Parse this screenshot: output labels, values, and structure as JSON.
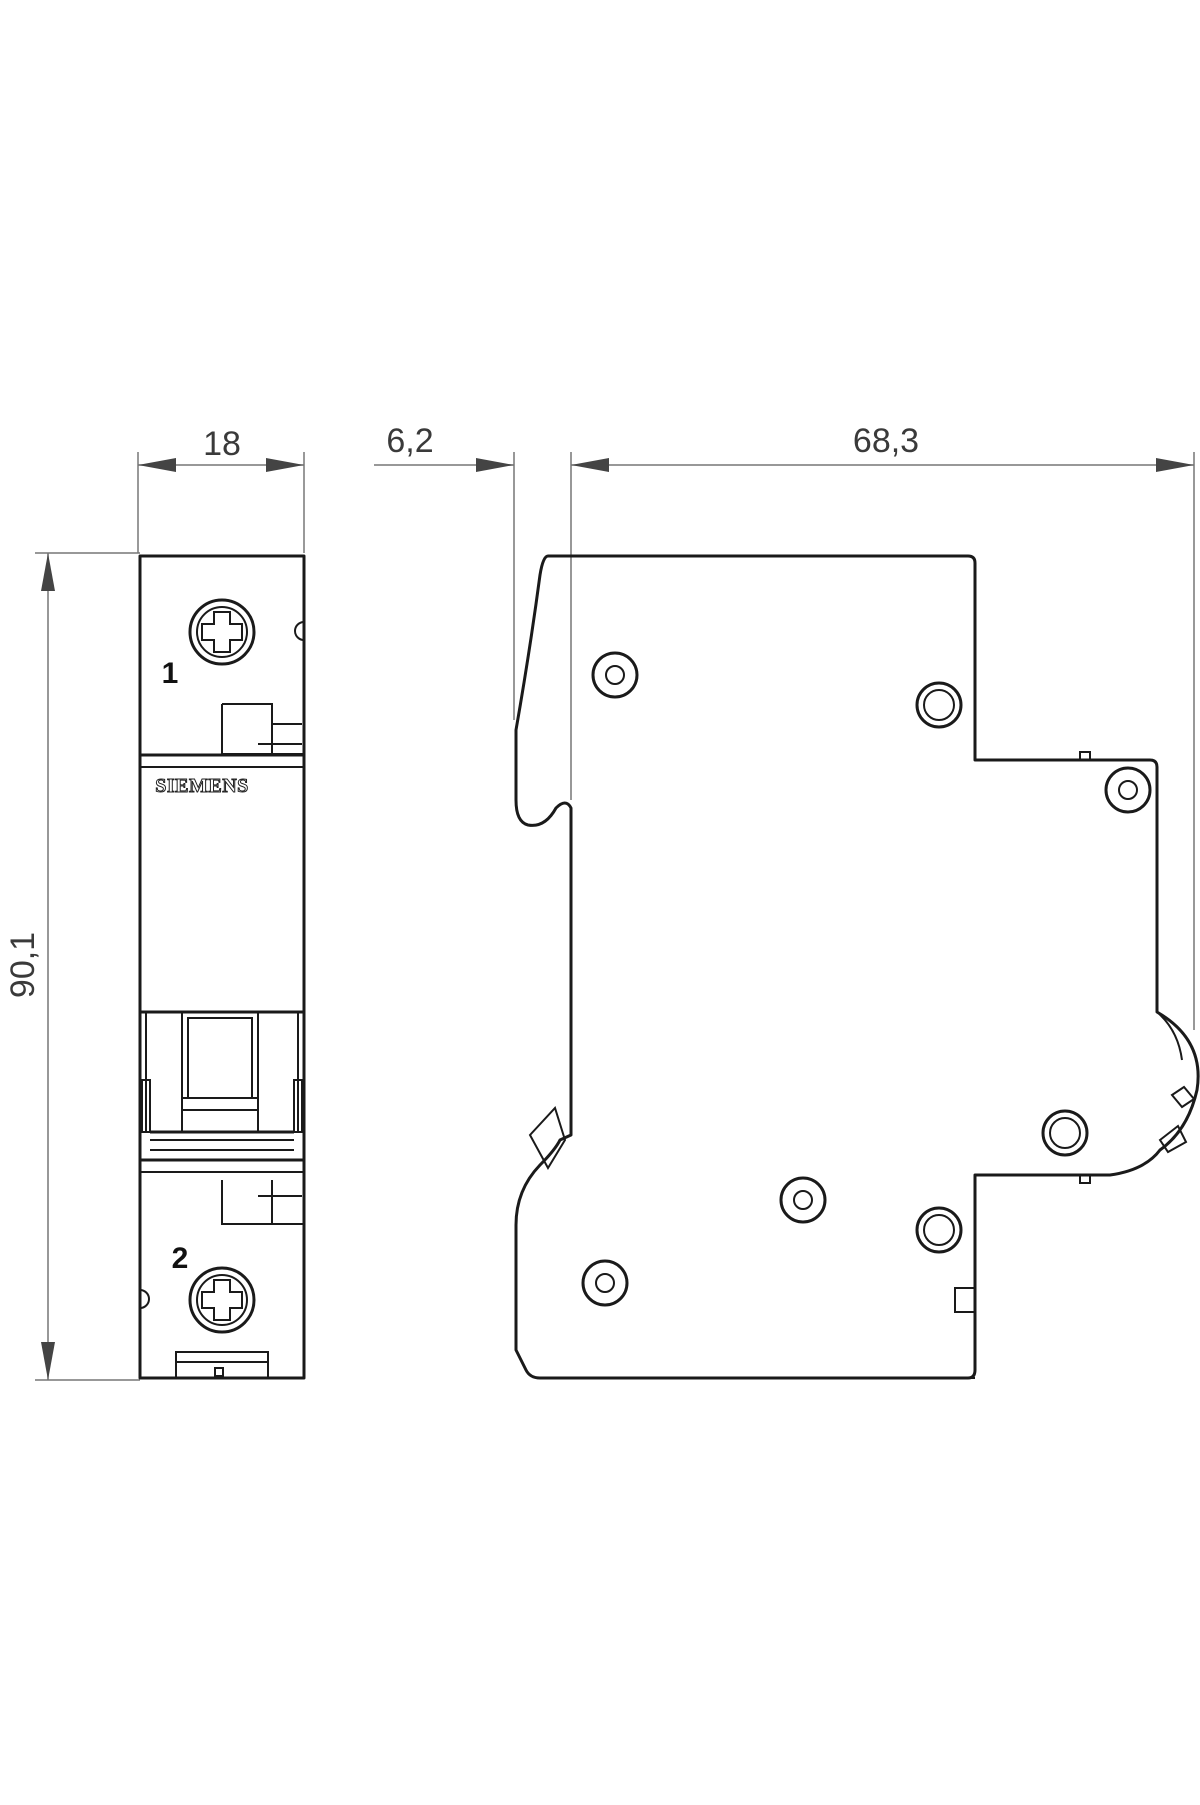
{
  "dimensions": {
    "width": "18",
    "depth_offset": "6,2",
    "depth": "68,3",
    "height": "90,1"
  },
  "front_view": {
    "terminal_top": "1",
    "terminal_bottom": "2",
    "brand": "SIEMENS"
  }
}
